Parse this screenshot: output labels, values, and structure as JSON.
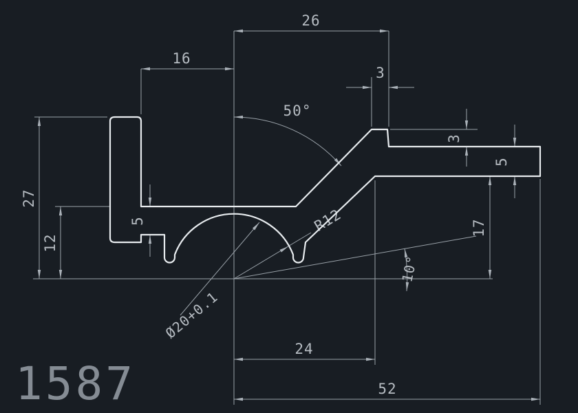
{
  "drawing": {
    "number": "1587",
    "type": "profile-cross-section"
  },
  "colors": {
    "background": "#181d23",
    "outline": "#e8ecef",
    "dimension_lines": "#9aa2a9",
    "dimension_text": "#b6bcc2",
    "part_number_text": "#858c94"
  },
  "dims": {
    "top_width": "26",
    "upper_tab_width": "16",
    "notch_width": "3",
    "main_angle": "50°",
    "tab_height": "3",
    "arm_thickness": "5",
    "overall_height": "27",
    "web_height": "12",
    "web_thickness": "5",
    "fillet_radius": "R12",
    "arm_offset": "17",
    "small_angle": "10°",
    "bore": "Ø20+0.1",
    "lower_width": "24",
    "overall_width": "52"
  }
}
